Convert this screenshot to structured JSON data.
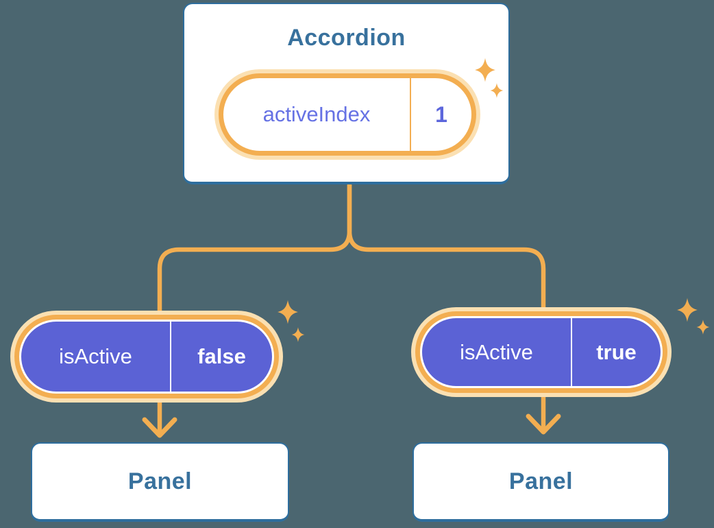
{
  "diagram": {
    "accordion": {
      "title": "Accordion",
      "pill": {
        "label": "activeIndex",
        "value": "1"
      }
    },
    "branches": [
      {
        "pill": {
          "label": "isActive",
          "value": "false"
        },
        "panel": {
          "label": "Panel"
        }
      },
      {
        "pill": {
          "label": "isActive",
          "value": "true"
        },
        "panel": {
          "label": "Panel"
        }
      }
    ]
  },
  "colors": {
    "background": "#4B6670",
    "card_border_blue": "#2E6E9E",
    "card_text_blue": "#38719D",
    "accent_orange": "#F3AE51",
    "accent_orange_glow": "#FBE0B2",
    "pill_purple_fill": "#5B62D5",
    "pill_purple_text": "#6672E4",
    "pill_value_purple": "#5C66DC",
    "pill_text_white": "#FFFFFF"
  },
  "icons": {
    "sparkle_glyph": "✦"
  }
}
